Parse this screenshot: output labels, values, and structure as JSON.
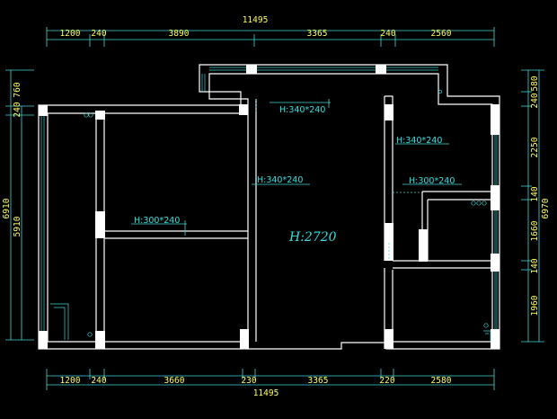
{
  "top_dims": {
    "overall": "11495",
    "segments": [
      "1200",
      "240",
      "3890",
      "3365",
      "240",
      "2560"
    ]
  },
  "bottom_dims": {
    "overall": "11495",
    "segments": [
      "1200",
      "240",
      "3660",
      "230",
      "3365",
      "220",
      "2580"
    ]
  },
  "left_dims": {
    "outer": "6910",
    "inner": "5910",
    "segments": [
      "760",
      "240"
    ]
  },
  "right_dims": {
    "outer": "6970",
    "segments": [
      "580",
      "240",
      "2250",
      "140",
      "1660",
      "140",
      "1960"
    ]
  },
  "annotations": {
    "top_opening": "H:340*240",
    "upper_right_opening": "H:340*240",
    "center_opening": "H:340*240",
    "right_small_opening": "H:300*240",
    "left_opening": "H:300*240",
    "ceiling_height": "H:2720"
  },
  "colors": {
    "background": "#000000",
    "walls": "#ffffff",
    "dimension_text": "#ffff66",
    "dimension_lines": "#3fd6d6",
    "annotation_text": "#33e0e0"
  }
}
